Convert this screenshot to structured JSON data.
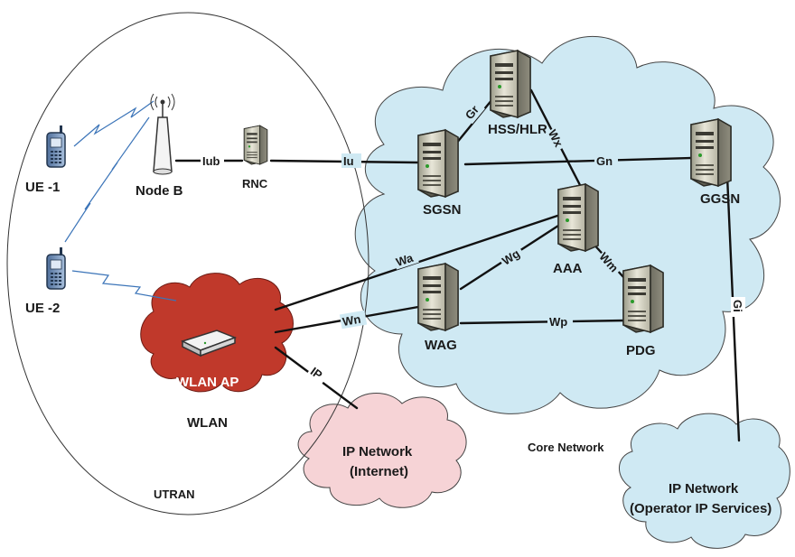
{
  "labels": {
    "ue1": "UE -1",
    "ue2": "UE -2",
    "nodeb": "Node B",
    "rnc": "RNC",
    "utran": "UTRAN",
    "wlan_ap": "WLAN AP",
    "wlan": "WLAN",
    "sgsn": "SGSN",
    "hss": "HSS/HLR",
    "ggsn": "GGSN",
    "aaa": "AAA",
    "wag": "WAG",
    "pdg": "PDG",
    "core": "Core Network",
    "ipnet_internet_1": "IP Network",
    "ipnet_internet_2": "(Internet)",
    "ipnet_op_1": "IP Network",
    "ipnet_op_2": "(Operator IP Services)"
  },
  "interfaces": {
    "iub": "Iub",
    "iu": "Iu",
    "gr": "Gr",
    "wx": "Wx",
    "gn": "Gn",
    "wa": "Wa",
    "wg": "Wg",
    "wm": "Wm",
    "wn": "Wn",
    "wp": "Wp",
    "ip": "IP",
    "gi": "Gi"
  },
  "colors": {
    "core_cloud": "#cfe9f3",
    "wlan_cloud": "#c0392b",
    "internet_cloud": "#f6d3d6",
    "operator_cloud": "#cfe9f3",
    "link": "#111111"
  },
  "icons": {
    "server": "server-tower-icon",
    "phone": "mobile-phone-icon",
    "antenna": "base-station-antenna-icon",
    "router": "wireless-access-point-icon"
  }
}
